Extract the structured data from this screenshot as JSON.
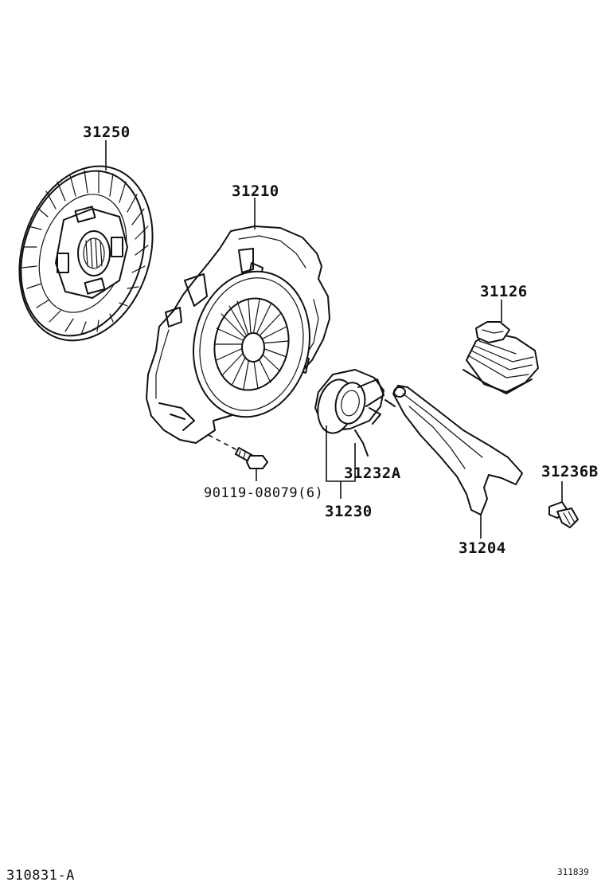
{
  "diagram": {
    "parts": [
      {
        "id": "clutch-disc",
        "number": "31250"
      },
      {
        "id": "clutch-cover",
        "number": "31210"
      },
      {
        "id": "release-fork-boot",
        "number": "31126"
      },
      {
        "id": "release-bearing-hub",
        "number": "31232A"
      },
      {
        "id": "bolt",
        "number": "90119-08079(6)"
      },
      {
        "id": "release-bearing-assy",
        "number": "31230"
      },
      {
        "id": "release-fork-support",
        "number": "31236B"
      },
      {
        "id": "release-fork",
        "number": "31204"
      }
    ],
    "footer": {
      "figure_code": "310831-A",
      "image_code": "311839"
    }
  }
}
